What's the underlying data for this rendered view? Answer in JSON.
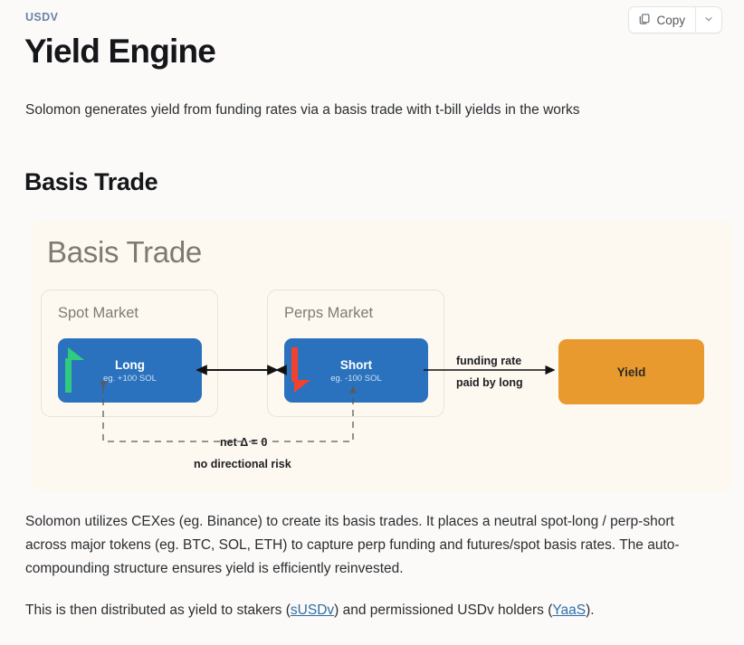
{
  "header": {
    "eyebrow": "USDV",
    "copy_label": "Copy",
    "copy_icon": "copy-icon",
    "caret_icon": "chevron-down-icon"
  },
  "page_title": "Yield Engine",
  "lede": "Solomon generates yield from funding rates via a basis trade with t-bill yields in the works",
  "section_heading": "Basis Trade",
  "diagram": {
    "title": "Basis Trade",
    "spot_market": {
      "label": "Spot Market",
      "position": {
        "title": "Long",
        "subtitle": "eg. +100 SOL",
        "flag_color": "#2fcb7f",
        "box_color": "#2a72bd"
      }
    },
    "perps_market": {
      "label": "Perps Market",
      "position": {
        "title": "Short",
        "subtitle": "eg. -100 SOL",
        "flag_color": "#f0422f",
        "box_color": "#2a72bd"
      }
    },
    "funding": {
      "line1": "funding rate",
      "line2": "paid by long"
    },
    "yield": {
      "label": "Yield",
      "box_color": "#e89a2e"
    },
    "hedge": {
      "net_delta": "net Δ = 0",
      "note": "no directional risk"
    }
  },
  "body": {
    "p1_a": "Solomon utilizes CEXes (eg. Binance) to create its basis trades. It places a neutral spot-long / perp-short across major tokens (eg. BTC, SOL, ETH) to capture perp funding and futures/spot basis rates. The auto-compounding structure ensures yield is efficiently reinvested.",
    "p2_a": "This is then distributed as yield to stakers (",
    "p2_link1": "sUSDv",
    "p2_b": ") and permissioned USDv holders (",
    "p2_link2": "YaaS",
    "p2_c": ")."
  }
}
